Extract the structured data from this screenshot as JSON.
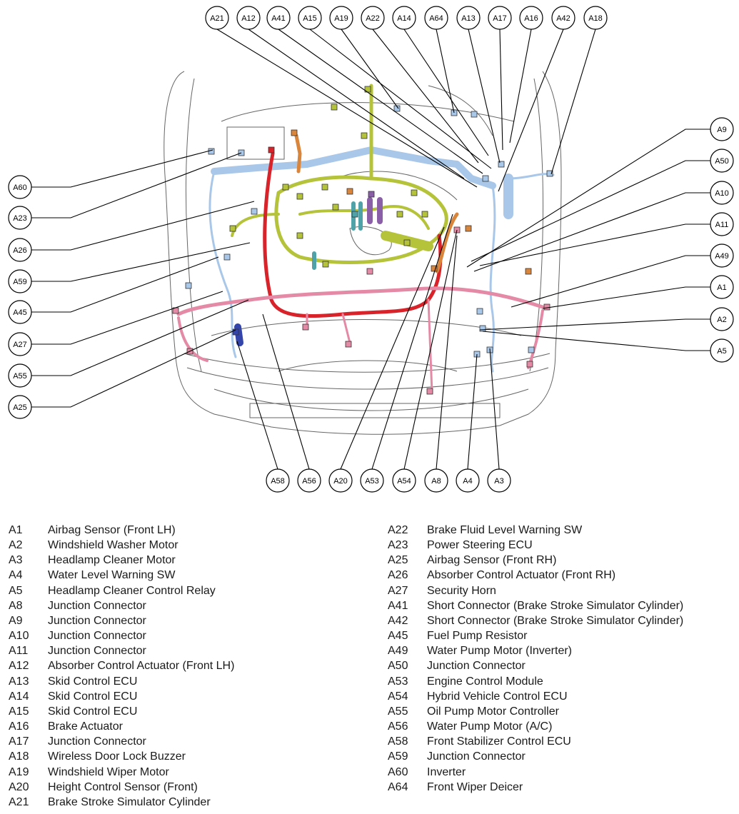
{
  "callouts": {
    "top": [
      "A21",
      "A12",
      "A41",
      "A15",
      "A19",
      "A22",
      "A14",
      "A64",
      "A13",
      "A17",
      "A16",
      "A42",
      "A18"
    ],
    "left": [
      "A60",
      "A23",
      "A26",
      "A59",
      "A45",
      "A27",
      "A55",
      "A25"
    ],
    "right": [
      "A9",
      "A50",
      "A10",
      "A11",
      "A49",
      "A1",
      "A2",
      "A5"
    ],
    "bottom": [
      "A58",
      "A56",
      "A20",
      "A53",
      "A54",
      "A8",
      "A4",
      "A3"
    ]
  },
  "legend": {
    "left": [
      {
        "code": "A1",
        "label": "Airbag Sensor (Front LH)"
      },
      {
        "code": "A2",
        "label": "Windshield Washer Motor"
      },
      {
        "code": "A3",
        "label": "Headlamp Cleaner Motor"
      },
      {
        "code": "A4",
        "label": "Water Level Warning SW"
      },
      {
        "code": "A5",
        "label": "Headlamp Cleaner Control Relay"
      },
      {
        "code": "A8",
        "label": "Junction Connector"
      },
      {
        "code": "A9",
        "label": "Junction Connector"
      },
      {
        "code": "A10",
        "label": "Junction Connector"
      },
      {
        "code": "A11",
        "label": "Junction Connector"
      },
      {
        "code": "A12",
        "label": "Absorber Control Actuator (Front LH)"
      },
      {
        "code": "A13",
        "label": "Skid Control ECU"
      },
      {
        "code": "A14",
        "label": "Skid Control ECU"
      },
      {
        "code": "A15",
        "label": "Skid Control ECU"
      },
      {
        "code": "A16",
        "label": "Brake Actuator"
      },
      {
        "code": "A17",
        "label": "Junction Connector"
      },
      {
        "code": "A18",
        "label": "Wireless Door Lock Buzzer"
      },
      {
        "code": "A19",
        "label": "Windshield Wiper Motor"
      },
      {
        "code": "A20",
        "label": "Height Control Sensor (Front)"
      },
      {
        "code": "A21",
        "label": "Brake Stroke Simulator Cylinder"
      }
    ],
    "right": [
      {
        "code": "A22",
        "label": "Brake Fluid Level Warning SW"
      },
      {
        "code": "A23",
        "label": "Power Steering ECU"
      },
      {
        "code": "A25",
        "label": "Airbag Sensor (Front RH)"
      },
      {
        "code": "A26",
        "label": "Absorber Control Actuator (Front RH)"
      },
      {
        "code": "A27",
        "label": "Security Horn"
      },
      {
        "code": "A41",
        "label": "Short Connector (Brake Stroke Simulator Cylinder)"
      },
      {
        "code": "A42",
        "label": "Short Connector (Brake Stroke Simulator Cylinder)"
      },
      {
        "code": "A45",
        "label": "Fuel Pump Resistor"
      },
      {
        "code": "A49",
        "label": "Water Pump Motor (Inverter)"
      },
      {
        "code": "A50",
        "label": "Junction Connector"
      },
      {
        "code": "A53",
        "label": "Engine Control Module"
      },
      {
        "code": "A54",
        "label": "Hybrid Vehicle Control ECU"
      },
      {
        "code": "A55",
        "label": "Oil Pump Motor Controller"
      },
      {
        "code": "A56",
        "label": "Water Pump Motor (A/C)"
      },
      {
        "code": "A58",
        "label": "Front Stabilizer Control ECU"
      },
      {
        "code": "A59",
        "label": "Junction Connector"
      },
      {
        "code": "A60",
        "label": "Inverter"
      },
      {
        "code": "A64",
        "label": "Front Wiper Deicer"
      }
    ]
  },
  "colors": {
    "harness_blue": "#a9c7e8",
    "harness_green": "#b5c33a",
    "harness_pink": "#e58aa6",
    "harness_red": "#d8232a",
    "harness_orange": "#d9853b",
    "harness_purple": "#8a5fa8",
    "harness_teal": "#4fa3a8",
    "harness_navy": "#3344aa",
    "outline": "#555555"
  }
}
